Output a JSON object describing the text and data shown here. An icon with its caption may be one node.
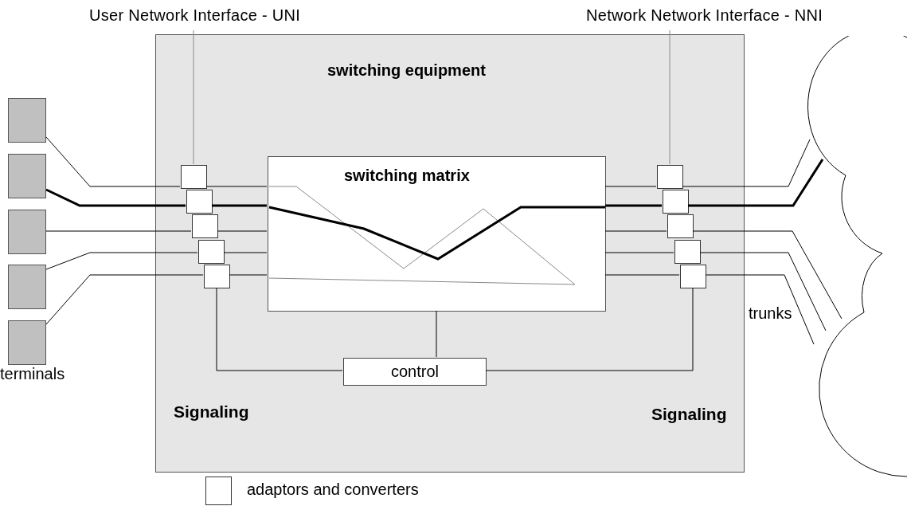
{
  "diagram": {
    "nodes": [
      {
        "text": [
          "switching equipment"
        ]
      },
      {
        "text": [
          "switching matrix"
        ],
        "in": 0
      },
      {
        "text": [
          "control"
        ],
        "in": 0
      },
      {
        "text": [
          "User Network Interface - UNI"
        ]
      },
      {
        "text": [
          "Network Network Interface - NNI"
        ]
      },
      {
        "text": [],
        "shape": "box"
      },
      {
        "text": [],
        "shape": "box"
      },
      {
        "text": [],
        "shape": "box"
      },
      {
        "text": [],
        "shape": "box"
      },
      {
        "text": [],
        "shape": "box"
      },
      {
        "text": [],
        "shape": "box",
        "in": 0
      },
      {
        "text": [],
        "shape": "box",
        "in": 0
      },
      {
        "text": [],
        "shape": "box",
        "in": 0
      },
      {
        "text": [],
        "shape": "box",
        "in": 0
      },
      {
        "text": [],
        "shape": "box",
        "in": 0
      },
      {
        "text": [],
        "shape": "box",
        "in": 0
      },
      {
        "text": [],
        "shape": "box",
        "in": 0
      },
      {
        "text": [],
        "shape": "box",
        "in": 0
      },
      {
        "text": [],
        "shape": "box",
        "in": 0
      },
      {
        "text": [],
        "shape": "box",
        "in": 0
      },
      {
        "text": [],
        "shape": "cloud"
      }
    ],
    "edges": [
      {
        "from": 3,
        "to": 10,
        "arrow": "none",
        "color": "#888888"
      },
      {
        "from": 4,
        "to": 15,
        "arrow": "none",
        "color": "#888888"
      },
      {
        "from": 5,
        "to": 10,
        "arrow": "none"
      },
      {
        "from": 6,
        "to": 11,
        "arrow": "none",
        "style": "thick"
      },
      {
        "from": 7,
        "to": 12,
        "arrow": "none"
      },
      {
        "from": 8,
        "to": 13,
        "arrow": "none"
      },
      {
        "from": 9,
        "to": 14,
        "arrow": "none"
      },
      {
        "from": 10,
        "to": 1,
        "arrow": "none"
      },
      {
        "from": 11,
        "to": 1,
        "arrow": "none",
        "style": "thick"
      },
      {
        "from": 12,
        "to": 1,
        "arrow": "none"
      },
      {
        "from": 13,
        "to": 1,
        "arrow": "none"
      },
      {
        "from": 14,
        "to": 1,
        "arrow": "none"
      },
      {
        "from": 1,
        "to": 15,
        "arrow": "none"
      },
      {
        "from": 1,
        "to": 16,
        "arrow": "none",
        "style": "thick"
      },
      {
        "from": 1,
        "to": 17,
        "arrow": "none"
      },
      {
        "from": 1,
        "to": 18,
        "arrow": "none"
      },
      {
        "from": 1,
        "to": 19,
        "arrow": "none"
      },
      {
        "from": 15,
        "to": 20,
        "arrow": "none"
      },
      {
        "from": 16,
        "to": 20,
        "arrow": "none",
        "style": "thick"
      },
      {
        "from": 17,
        "to": 20,
        "arrow": "none"
      },
      {
        "from": 18,
        "to": 20,
        "arrow": "none"
      },
      {
        "from": 19,
        "to": 20,
        "arrow": "none"
      },
      {
        "from": 14,
        "to": 2,
        "arrow": "none"
      },
      {
        "from": 1,
        "to": 2,
        "arrow": "none"
      },
      {
        "from": 2,
        "to": 19,
        "arrow": "none"
      }
    ],
    "labels": [
      "terminals",
      "trunks",
      "Signaling",
      "Signaling"
    ],
    "legend": [
      {
        "text": "adaptors and converters"
      }
    ]
  }
}
